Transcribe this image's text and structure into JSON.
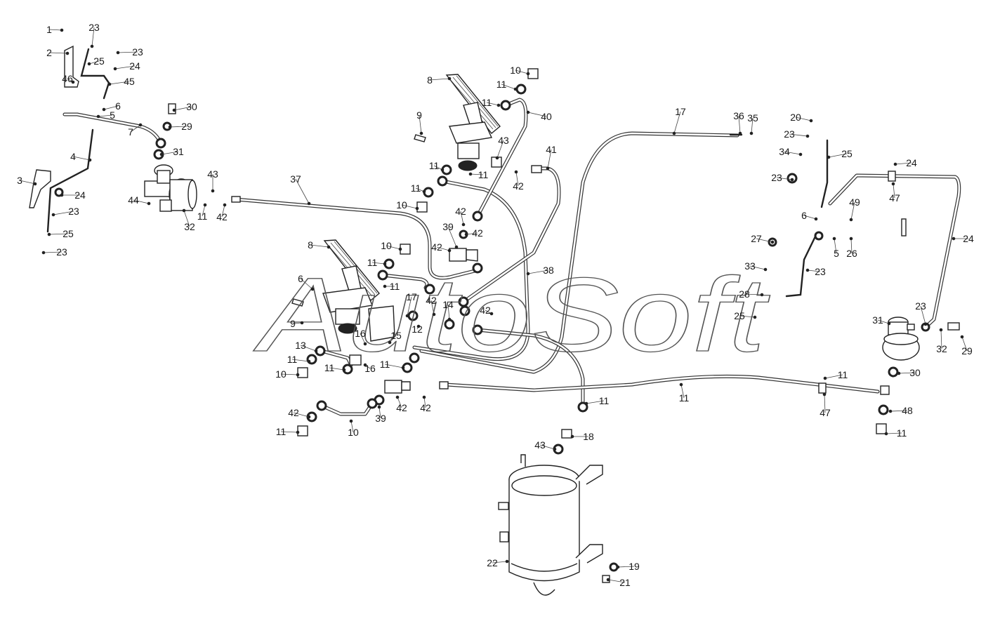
{
  "watermark": "AutoSoft",
  "labels": [
    {
      "text": "1"
    },
    {
      "text": "23"
    },
    {
      "text": "2"
    },
    {
      "text": "23"
    },
    {
      "text": "25"
    },
    {
      "text": "24"
    },
    {
      "text": "46"
    },
    {
      "text": "45"
    },
    {
      "text": "6"
    },
    {
      "text": "5"
    },
    {
      "text": "30"
    },
    {
      "text": "29"
    },
    {
      "text": "31"
    },
    {
      "text": "7"
    },
    {
      "text": "4"
    },
    {
      "text": "3"
    },
    {
      "text": "24"
    },
    {
      "text": "23"
    },
    {
      "text": "25"
    },
    {
      "text": "23"
    },
    {
      "text": "43"
    },
    {
      "text": "44"
    },
    {
      "text": "32"
    },
    {
      "text": "11"
    },
    {
      "text": "42"
    },
    {
      "text": "37"
    },
    {
      "text": "8"
    },
    {
      "text": "10"
    },
    {
      "text": "11"
    },
    {
      "text": "11"
    },
    {
      "text": "40"
    },
    {
      "text": "9"
    },
    {
      "text": "43"
    },
    {
      "text": "11"
    },
    {
      "text": "11"
    },
    {
      "text": "41"
    },
    {
      "text": "11"
    },
    {
      "text": "42"
    },
    {
      "text": "10"
    },
    {
      "text": "42"
    },
    {
      "text": "39"
    },
    {
      "text": "42"
    },
    {
      "text": "42"
    },
    {
      "text": "38"
    },
    {
      "text": "8"
    },
    {
      "text": "10"
    },
    {
      "text": "11"
    },
    {
      "text": "6"
    },
    {
      "text": "11"
    },
    {
      "text": "9"
    },
    {
      "text": "17"
    },
    {
      "text": "42"
    },
    {
      "text": "14"
    },
    {
      "text": "42"
    },
    {
      "text": "12"
    },
    {
      "text": "16"
    },
    {
      "text": "15"
    },
    {
      "text": "13"
    },
    {
      "text": "11"
    },
    {
      "text": "11"
    },
    {
      "text": "16"
    },
    {
      "text": "10"
    },
    {
      "text": "11"
    },
    {
      "text": "42"
    },
    {
      "text": "39"
    },
    {
      "text": "42"
    },
    {
      "text": "42"
    },
    {
      "text": "11"
    },
    {
      "text": "10"
    },
    {
      "text": "17"
    },
    {
      "text": "36"
    },
    {
      "text": "35"
    },
    {
      "text": "11"
    },
    {
      "text": "18"
    },
    {
      "text": "43"
    },
    {
      "text": "11"
    },
    {
      "text": "22"
    },
    {
      "text": "19"
    },
    {
      "text": "21"
    },
    {
      "text": "20"
    },
    {
      "text": "23"
    },
    {
      "text": "25"
    },
    {
      "text": "34"
    },
    {
      "text": "23"
    },
    {
      "text": "24"
    },
    {
      "text": "47"
    },
    {
      "text": "49"
    },
    {
      "text": "6"
    },
    {
      "text": "5"
    },
    {
      "text": "26"
    },
    {
      "text": "27"
    },
    {
      "text": "24"
    },
    {
      "text": "33"
    },
    {
      "text": "23"
    },
    {
      "text": "28"
    },
    {
      "text": "25"
    },
    {
      "text": "23"
    },
    {
      "text": "31"
    },
    {
      "text": "32"
    },
    {
      "text": "29"
    },
    {
      "text": "30"
    },
    {
      "text": "11"
    },
    {
      "text": "47"
    },
    {
      "text": "48"
    },
    {
      "text": "11"
    },
    {
      "text": "10"
    }
  ]
}
